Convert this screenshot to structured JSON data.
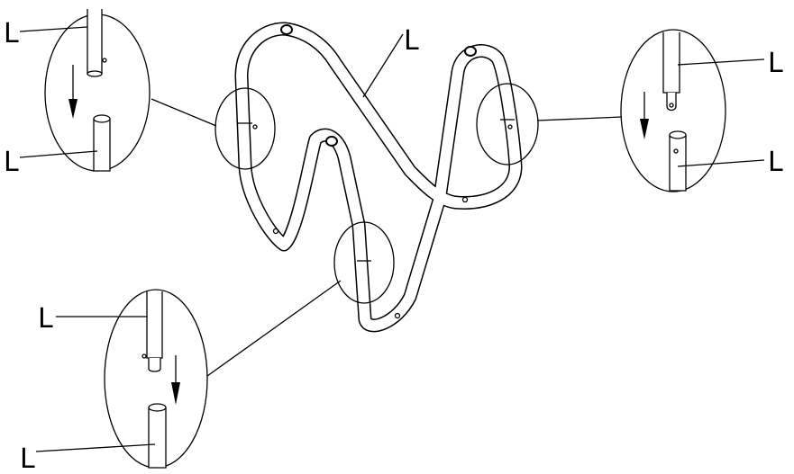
{
  "diagram": {
    "part_label": "L",
    "labels": {
      "center_tube": "L",
      "top_left_upper": "L",
      "top_left_lower": "L",
      "right_upper": "L",
      "right_lower": "L",
      "bottom_left_upper": "L",
      "bottom_left_lower": "L"
    },
    "colors": {
      "line": "#000000",
      "background": "#ffffff"
    }
  }
}
